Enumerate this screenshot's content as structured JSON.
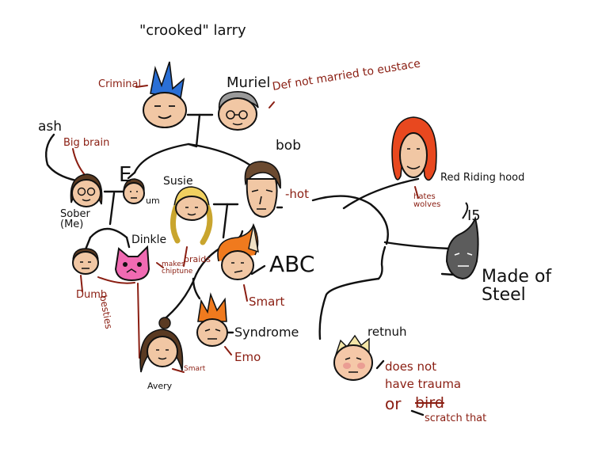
{
  "names": {
    "larry": "\"crooked\" larry",
    "muriel": "Muriel",
    "bob": "bob",
    "ash": "ash",
    "susie": "Susie",
    "um": "um",
    "sober": "Sober (Me)",
    "dinkle": "Dinkle",
    "abc": "ABC",
    "syndrome": "Syndrome",
    "avery": "Avery",
    "retnuh": "retnuh",
    "red_riding_hood": "Red Riding hood",
    "made_of_steel": "Made of Steel",
    "e": "E",
    "steel_mark": "I5",
    "bob_rel": "-hot"
  },
  "notes": {
    "criminal": "Criminal",
    "def_not_married": "Def not married to eustace",
    "big_brain": "Big brain",
    "makes_chiptune": "makes chiptune",
    "braids": "braids",
    "dumb": "Dumb",
    "besties": "besties",
    "smart_abc": "Smart",
    "emo": "Emo",
    "smart_avery": "Smart",
    "hates_wolves": "hates wolves",
    "does_not_have": "does not",
    "trauma": "have trauma",
    "or": "or",
    "bird": "bird",
    "scratch_that": "scratch that"
  },
  "colors": {
    "ink": "#111111",
    "note_red": "#8a1e12",
    "skin": "#f1c7a4",
    "larry_hair": "#2a6fd6",
    "muriel_hair": "#9a9a9a",
    "dinkle_pink": "#f06ab2",
    "orange_hair": "#f07a1e",
    "red_hood_hair": "#e8481f",
    "blonde": "#f0d060",
    "brown_hair": "#5a3a22",
    "steel": "#5c5c5c"
  }
}
